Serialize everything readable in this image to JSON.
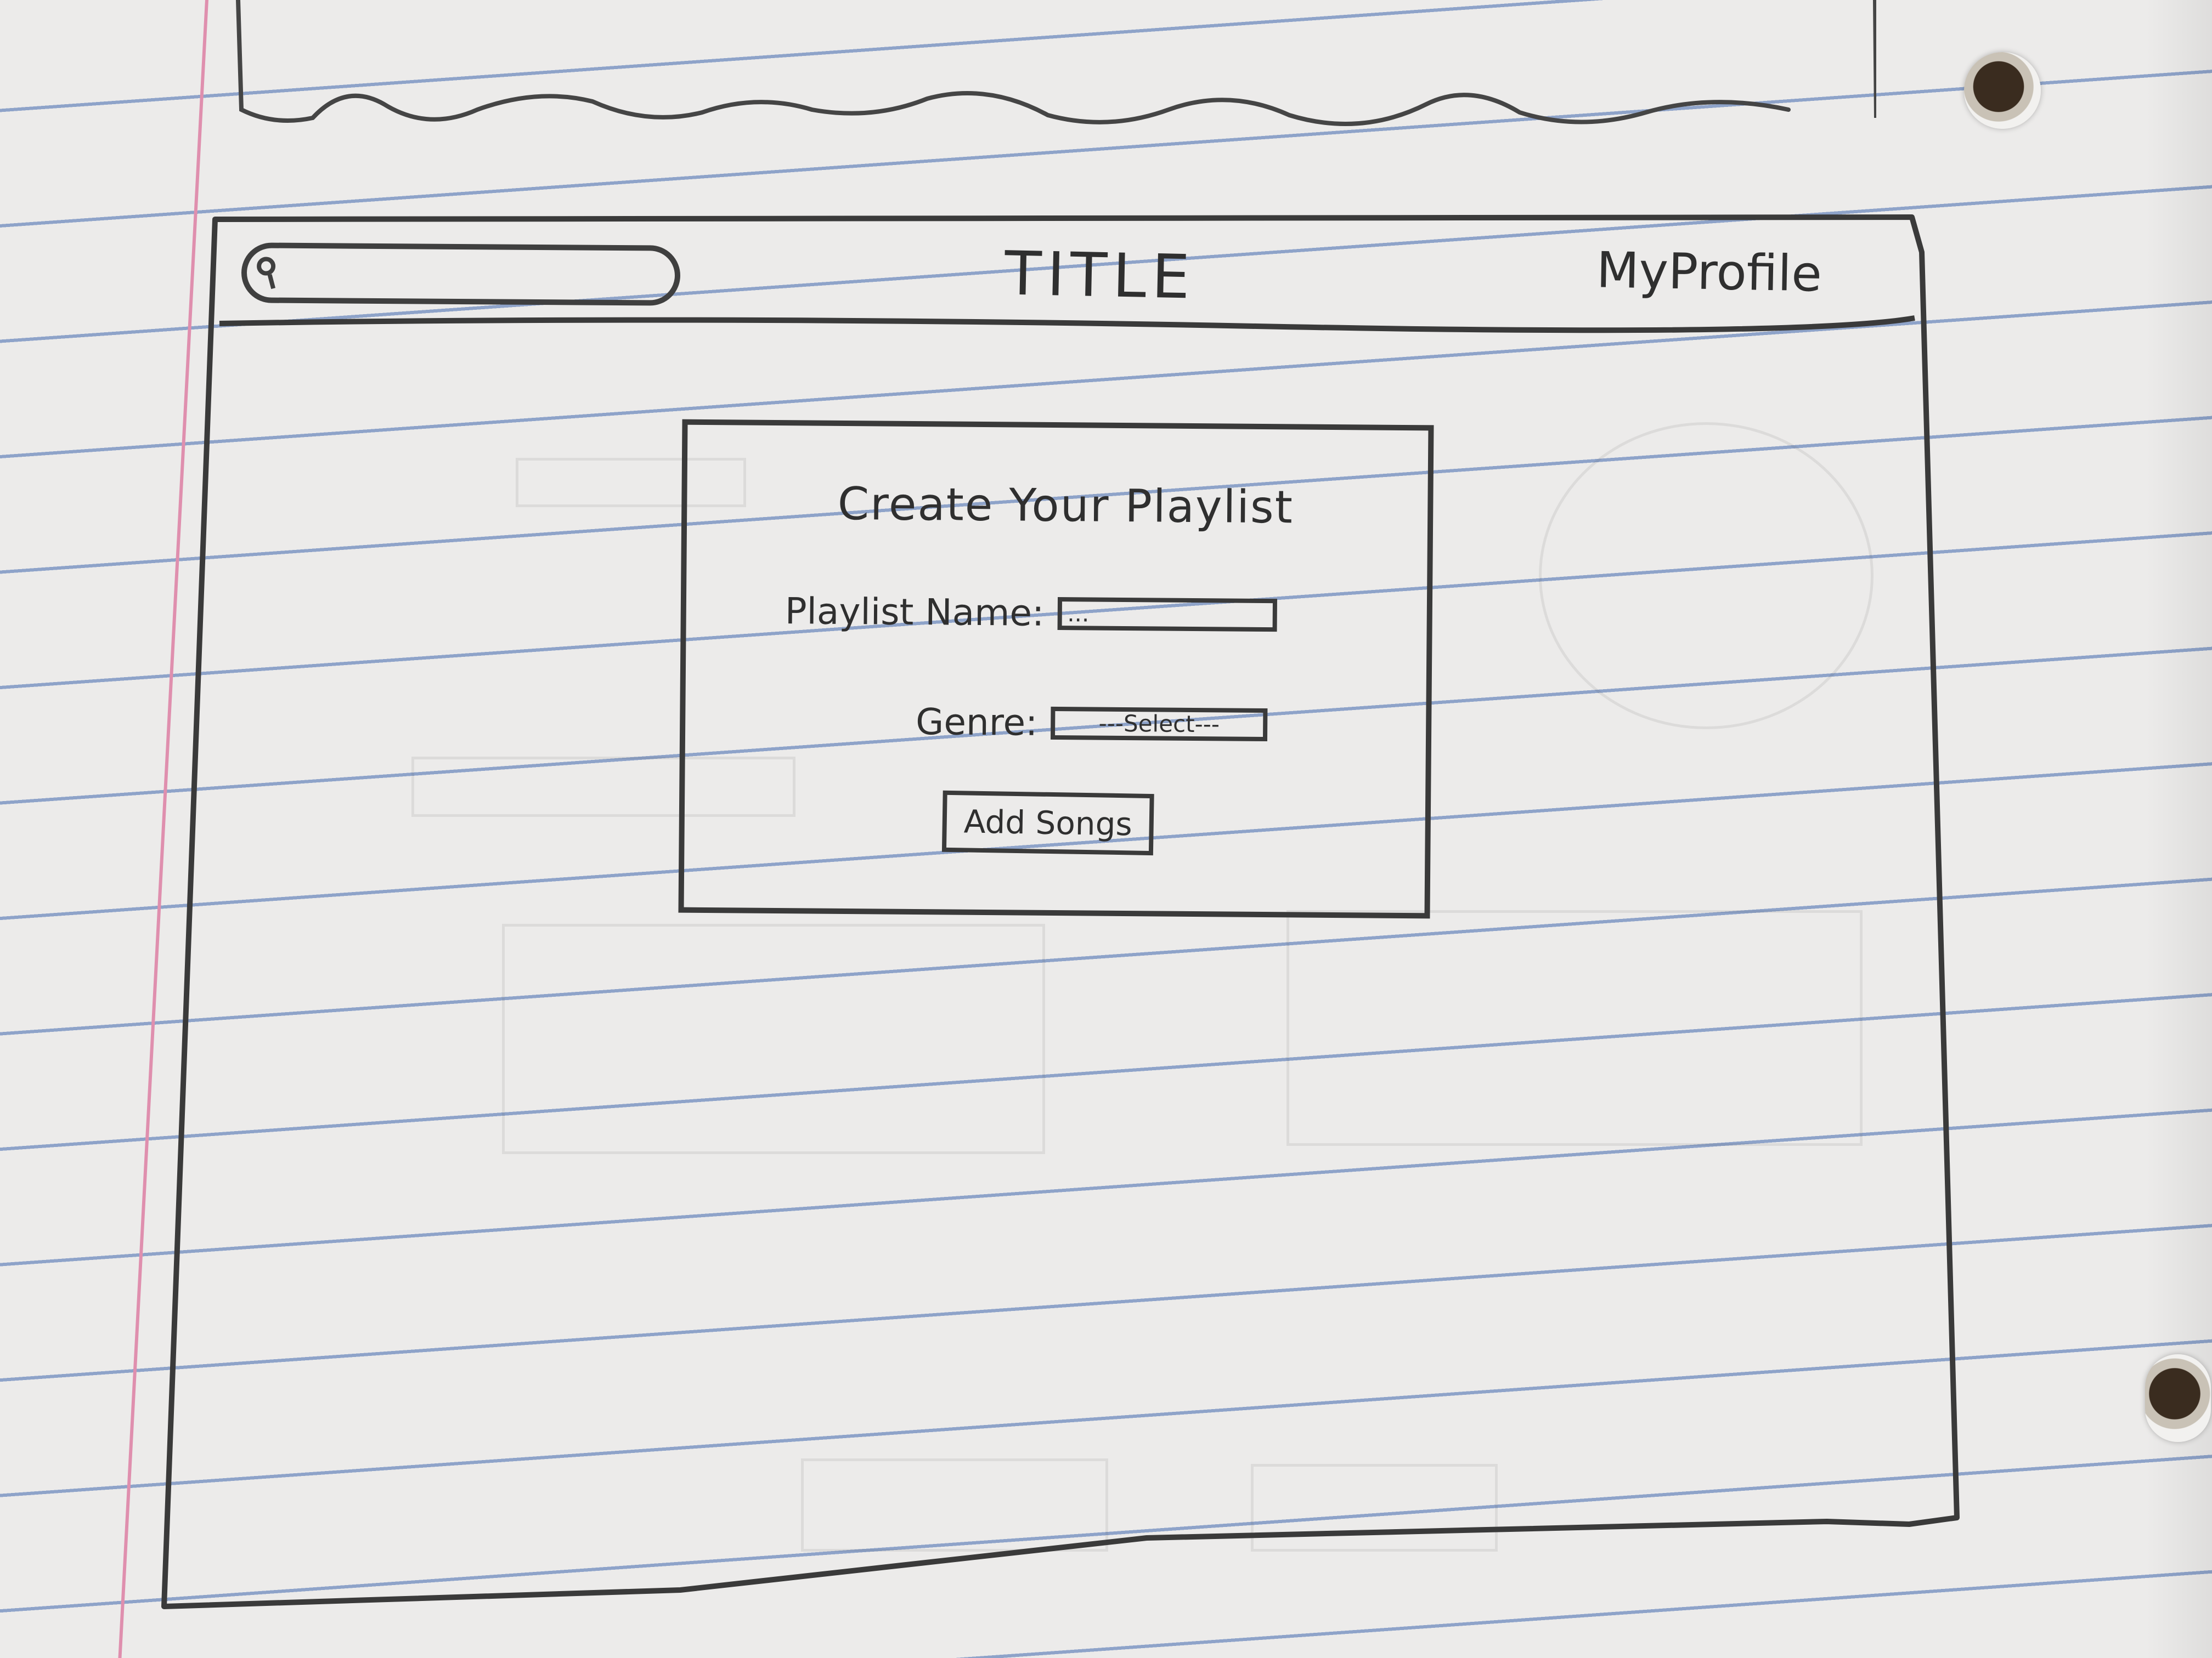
{
  "header": {
    "title": "TITLE",
    "profile_link": "MyProfile",
    "search_placeholder": ""
  },
  "playlist_form": {
    "title": "Create Your Playlist",
    "playlist_name_label": "Playlist Name:",
    "playlist_name_value": "...",
    "genre_label": "Genre:",
    "genre_select_text": "---Select---",
    "add_songs_button": "Add Songs"
  },
  "icons": {
    "search": "search-icon"
  },
  "colors": {
    "paper": "#ecebea",
    "pencil": "#3a3a3a",
    "ruled_lines": "#8ea3c9",
    "margin_line": "#df8fae"
  }
}
